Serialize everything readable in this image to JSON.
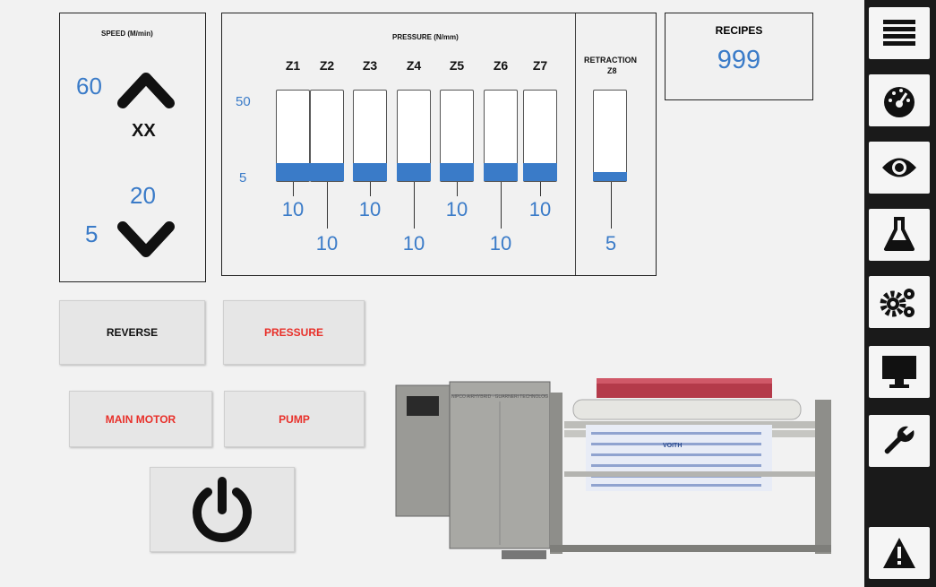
{
  "speed": {
    "title": "SPEED (M/min)",
    "max": "60",
    "min": "5",
    "current": "XX",
    "setpoint": "20"
  },
  "pressure": {
    "title": "PRESSURE (N/mm)",
    "scale_max": "50",
    "scale_min": "5",
    "zones": [
      {
        "label": "Z1",
        "value": "10",
        "level": 0.2
      },
      {
        "label": "Z2",
        "value": "10",
        "level": 0.2
      },
      {
        "label": "Z3",
        "value": "10",
        "level": 0.2
      },
      {
        "label": "Z4",
        "value": "10",
        "level": 0.2
      },
      {
        "label": "Z5",
        "value": "10",
        "level": 0.2
      },
      {
        "label": "Z6",
        "value": "10",
        "level": 0.2
      },
      {
        "label": "Z7",
        "value": "10",
        "level": 0.2
      }
    ]
  },
  "retraction": {
    "title_line1": "RETRACTION",
    "title_line2": "Z8",
    "value": "5",
    "level": 0.1
  },
  "recipes": {
    "title": "RECIPES",
    "value": "999"
  },
  "buttons": {
    "reverse": "REVERSE",
    "pressure": "PRESSURE",
    "main_motor": "MAIN MOTOR",
    "pump": "PUMP"
  },
  "machine": {
    "label": "NIPCO AIRHYBRID · GUARNERI TECHNOLOGY · VOITH",
    "brand": "VOITH"
  },
  "sidebar": {
    "items": [
      "menu-icon",
      "gauge-icon",
      "eye-icon",
      "flask-icon",
      "gears-icon",
      "monitor-icon",
      "wrench-icon",
      "warning-icon"
    ]
  },
  "colors": {
    "accent_blue": "#3a7bc8",
    "alert_red": "#e8302a",
    "sidebar_bg": "#1a1a1a"
  }
}
